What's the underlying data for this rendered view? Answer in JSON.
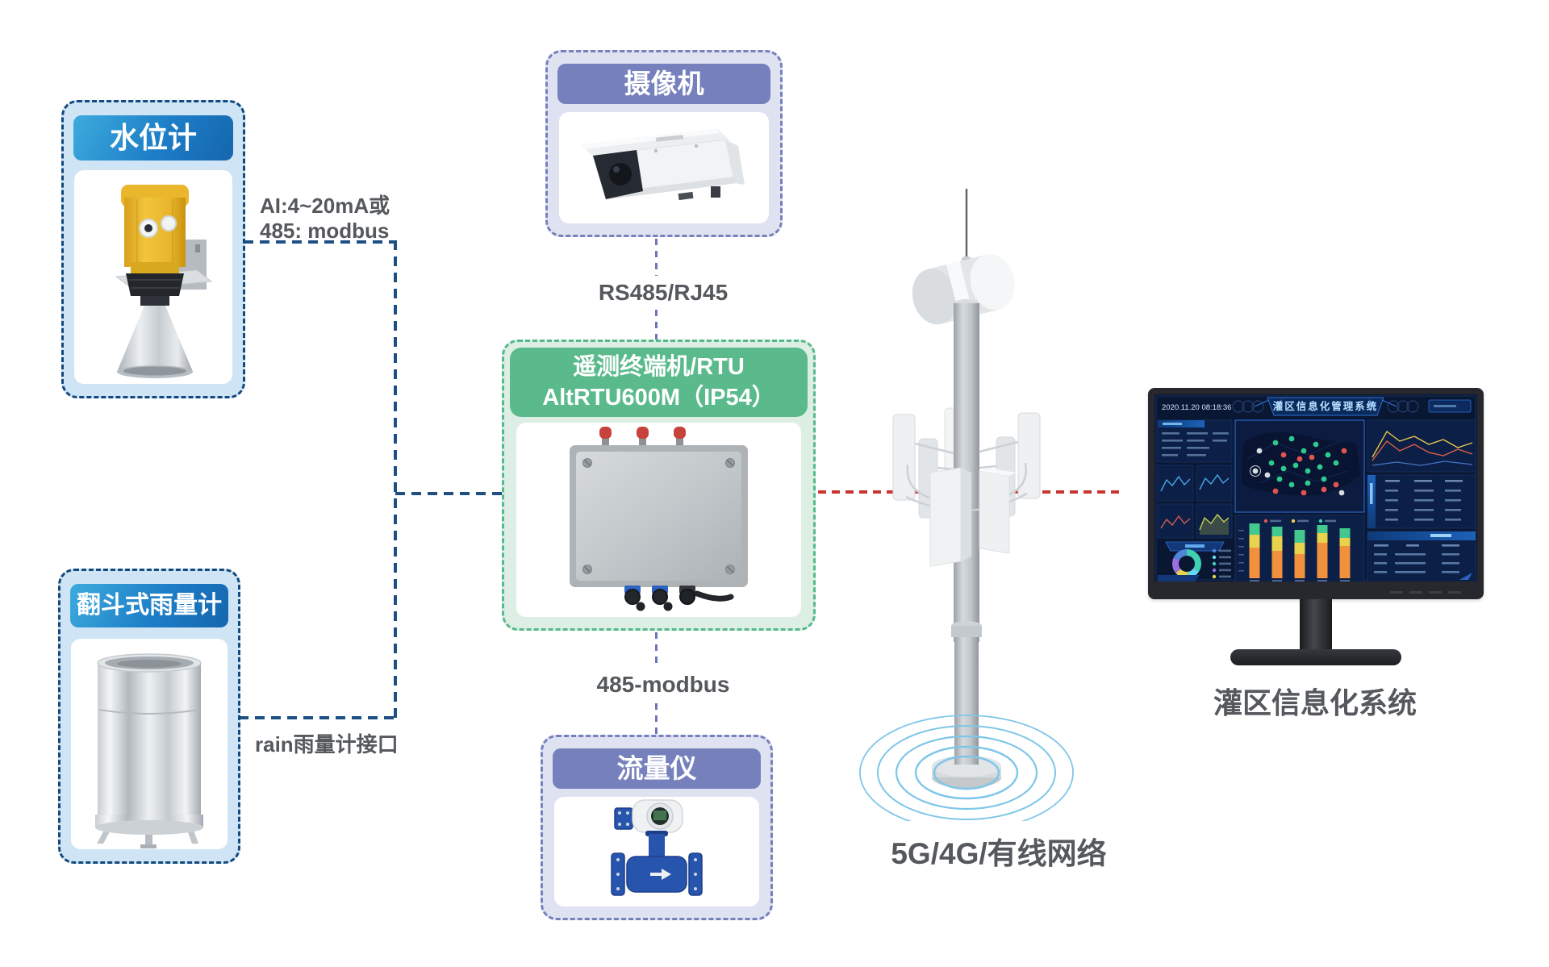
{
  "boxes": {
    "water_level": {
      "title": "水位计"
    },
    "rain_gauge": {
      "title": "翻斗式雨量计"
    },
    "camera": {
      "title": "摄像机"
    },
    "rtu": {
      "title_line1": "遥测终端机/RTU",
      "title_line2": "AltRTU600M（IP54）"
    },
    "flow_meter": {
      "title": "流量仪"
    }
  },
  "connection_labels": {
    "water_to_rtu_line1": "AI:4~20mA或",
    "water_to_rtu_line2": "485: modbus",
    "camera_to_rtu": "RS485/RJ45",
    "rtu_to_flow": "485-modbus",
    "rain_to_rtu": "rain雨量计接口"
  },
  "network": {
    "label": "5G/4G/有线网络"
  },
  "monitor": {
    "caption": "灌区信息化系统",
    "screen": {
      "title": "灌区信息化管理系统",
      "datetime": "2020.11.20 08:18:36"
    }
  },
  "colors": {
    "navy_line": "#1e4f85",
    "purple_line": "#6d76b8",
    "red_line": "#c93432",
    "blue_box_border": "#12497e",
    "blue_header_gradient_start": "#3dabdd",
    "blue_header_gradient_end": "#1566ae",
    "purple_box": "#7680bd",
    "green_box": "#5aba8b",
    "label_text": "#55585c",
    "ripple_blue": "#7fc6e8"
  }
}
